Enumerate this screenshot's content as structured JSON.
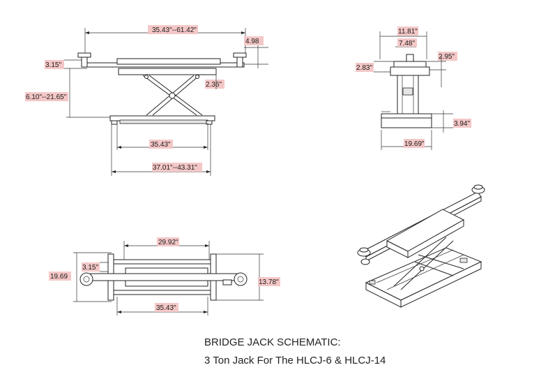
{
  "side_view": {
    "overall_width": "35.43\"--61.42\"",
    "pad_height": "4.98",
    "arm_offset": "3.15\"",
    "height_range": "6.10\"--21.65\"",
    "base_height": "2.36\"",
    "base_length": "35.43\"",
    "frame_length": "37.01\"--43.31\""
  },
  "end_view": {
    "top_width": "11.81\"",
    "inner_width": "7.48\"",
    "saddle_height": "2.95\"",
    "arm_height": "2.83\"",
    "base_height": "3.94\"",
    "base_width": "19.69\""
  },
  "top_view": {
    "plate_length": "29.92\"",
    "arm_offset": "3.15\"",
    "overall_width": "19.69",
    "rail_width": "13.78\"",
    "base_length": "35.43\""
  },
  "caption": {
    "line1": "BRIDGE JACK SCHEMATIC:",
    "line2": "3 Ton Jack For The HLCJ-6  &  HLCJ-14"
  },
  "colors": {
    "label_highlight": "#f4c7c7",
    "line": "#222222"
  }
}
